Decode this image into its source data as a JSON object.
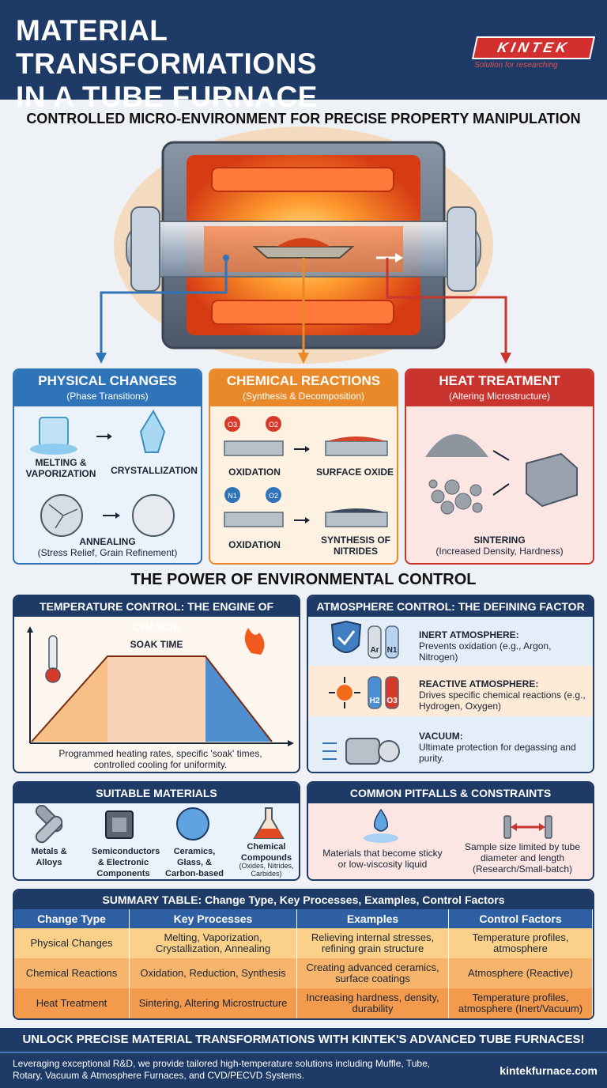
{
  "header": {
    "title_line1": "MATERIAL TRANSFORMATIONS",
    "title_line2": "IN A TUBE FURNACE",
    "logo_text": "KINTEK",
    "logo_tagline": "Solution for researching"
  },
  "subtitle": "CONTROLLED MICRO-ENVIRONMENT FOR PRECISE PROPERTY MANIPULATION",
  "cards": {
    "physical": {
      "title": "PHYSICAL CHANGES",
      "subtitle": "(Phase Transitions)",
      "melting": "MELTING & VAPORIZATION",
      "crystallization": "CRYSTALLIZATION",
      "annealing": "ANNEALING",
      "annealing_note": "(Stress Relief, Grain Refinement)"
    },
    "chemical": {
      "title": "CHEMICAL REACTIONS",
      "subtitle": "(Synthesis & Decomposition)",
      "oxidation1": "OXIDATION",
      "surface_oxide": "SURFACE OXIDE",
      "oxidation2": "OXIDATION",
      "nitrides": "SYNTHESIS OF NITRIDES",
      "o3": "O3",
      "o2": "O2",
      "n1": "N1",
      "o2b": "O2"
    },
    "heat": {
      "title": "HEAT TREATMENT",
      "subtitle": "(Altering Microstructure)",
      "sintering": "SINTERING",
      "sintering_note": "(Increased Density, Hardness)"
    }
  },
  "section_title": "THE POWER OF ENVIRONMENTAL CONTROL",
  "temperature": {
    "title": "TEMPERATURE CONTROL: THE ENGINE OF CHANGE",
    "soak": "SOAK TIME",
    "caption": "Programmed heating rates, specific 'soak' times, controlled cooling for uniformity."
  },
  "atmosphere": {
    "title": "ATMOSPHERE CONTROL: THE DEFINING FACTOR",
    "inert_title": "INERT ATMOSPHERE:",
    "inert_desc": "Prevents oxidation (e.g., Argon, Nitrogen)",
    "reactive_title": "REACTIVE ATMOSPHERE:",
    "reactive_desc": "Drives specific chemical reactions (e.g., Hydrogen, Oxygen)",
    "vacuum_title": "VACUUM:",
    "vacuum_desc": "Ultimate protection for degassing and purity.",
    "ar": "Ar",
    "n1": "N1",
    "h2": "H2",
    "o3": "O3"
  },
  "materials": {
    "title": "SUITABLE MATERIALS",
    "metals": "Metals & Alloys",
    "semis": "Semiconductors & Electronic Components",
    "ceramics": "Ceramics, Glass, & Carbon-based Materials",
    "chem": "Chemical Compounds",
    "chem_note": "(Oxides, Nitrides, Carbides)"
  },
  "pitfalls": {
    "title": "COMMON PITFALLS & CONSTRAINTS",
    "sticky": "Materials that become sticky or low-viscosity liquid",
    "size": "Sample size limited by tube diameter and length (Research/Small-batch)"
  },
  "table": {
    "title": "SUMMARY TABLE: Change Type, Key Processes, Examples, Control Factors",
    "headers": [
      "Change Type",
      "Key Processes",
      "Examples",
      "Control Factors"
    ],
    "rows": [
      [
        "Physical Changes",
        "Melting, Vaporization, Crystallization, Annealing",
        "Relieving internal stresses, refining grain structure",
        "Temperature profiles, atmosphere"
      ],
      [
        "Chemical Reactions",
        "Oxidation, Reduction, Synthesis",
        "Creating advanced ceramics, surface coatings",
        "Atmosphere (Reactive)"
      ],
      [
        "Heat Treatment",
        "Sintering, Altering Microstructure",
        "Increasing hardness, density, durability",
        "Temperature profiles, atmosphere (Inert/Vacuum)"
      ]
    ]
  },
  "footer": {
    "cta": "UNLOCK PRECISE MATERIAL TRANSFORMATIONS WITH KINTEK'S ADVANCED TUBE FURNACES!",
    "desc": "Leveraging exceptional R&D, we provide tailored high-temperature solutions including Muffle, Tube, Rotary, Vacuum & Atmosphere Furnaces, and CVD/PECVD Systems.",
    "url": "kintekfurnace.com"
  },
  "colors": {
    "navy": "#1e3a66",
    "blue": "#2f74b8",
    "orange": "#e9892a",
    "red": "#c9342e"
  }
}
